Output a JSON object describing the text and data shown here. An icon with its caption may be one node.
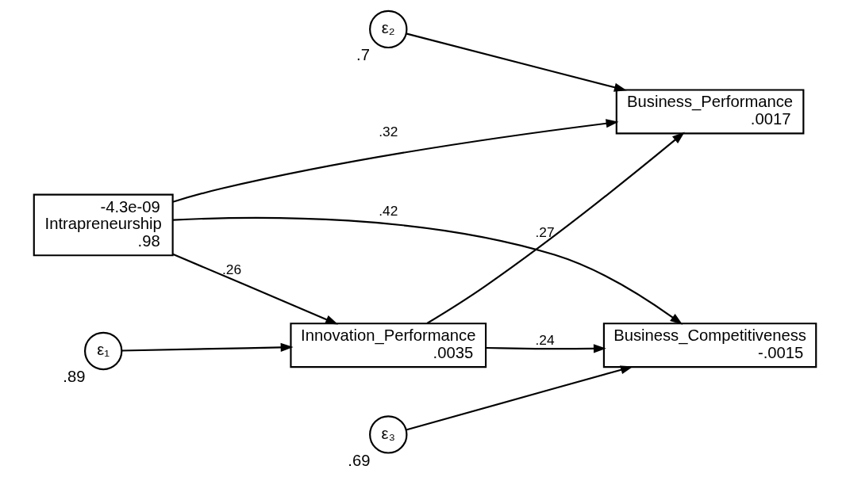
{
  "diagram": {
    "nodes": [
      {
        "text": [
          "-4.3e-09",
          "Intrapreneurship",
          ".98"
        ]
      },
      {
        "text": [
          "Business_Performance",
          ".0017"
        ]
      },
      {
        "text": [
          "Innovation_Performance",
          ".0035"
        ]
      },
      {
        "text": [
          "Business_Competitiveness",
          "-.0015"
        ]
      },
      {
        "text": [
          "ε₁"
        ],
        "beside": [
          ".89"
        ]
      },
      {
        "text": [
          "ε₂"
        ],
        "beside": [
          ".7"
        ]
      },
      {
        "text": [
          "ε₃"
        ],
        "beside": [
          ".69"
        ]
      }
    ],
    "edges": [
      {
        "from": 0,
        "to": 1,
        "arrow": "to",
        "label": ".32"
      },
      {
        "from": 0,
        "to": 2,
        "arrow": "to",
        "label": ".26"
      },
      {
        "from": 0,
        "to": 3,
        "arrow": "to",
        "label": ".42"
      },
      {
        "from": 2,
        "to": 1,
        "arrow": "to",
        "label": ".27"
      },
      {
        "from": 2,
        "to": 3,
        "arrow": "to",
        "label": ".24"
      },
      {
        "from": 4,
        "to": 2,
        "arrow": "to"
      },
      {
        "from": 5,
        "to": 1,
        "arrow": "to"
      },
      {
        "from": 6,
        "to": 3,
        "arrow": "to"
      }
    ]
  }
}
